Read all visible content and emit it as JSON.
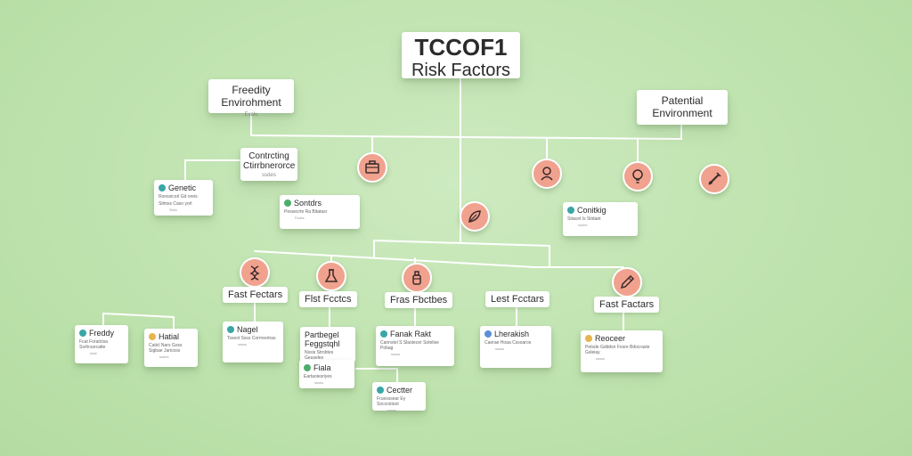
{
  "title": {
    "line1": "TCCOF1",
    "line2": "Risk Factors"
  },
  "categories": {
    "left": {
      "line1": "Freedity",
      "line2": "Envirohment",
      "sub": "Evalu"
    },
    "right": {
      "line1": "Patential",
      "line2": "Environment"
    },
    "contributing": {
      "line1": "Contrcting",
      "line2": "Ctirrbnerorce",
      "sub": "ssdes"
    }
  },
  "upper_cards": {
    "genetic": {
      "title": "Genetic",
      "desc1": "Ronssicorl Gd oreis",
      "desc2": "Sitmss Caso yorl",
      "foot": "Sbss"
    },
    "sontrs": {
      "title": "Sontdrs",
      "desc": "Pessecrte Ra Bitatasr",
      "foot": "Fsdss"
    },
    "conitkig": {
      "title": "Conitkig",
      "desc": "Stiacet Is Stidaet",
      "foot": "ssdes"
    }
  },
  "factor_labels": [
    "Fast Fectars",
    "Flst Fcctcs",
    "Fras Fbctbes",
    "Lest Fcctars",
    "Fast Factars"
  ],
  "lower_cards": {
    "freedity": {
      "title": "Freddy",
      "desc": "Fcat Foratctsa Ssrhrssrcatte",
      "foot": "shat"
    },
    "hatial": {
      "title": "Hatial",
      "desc": "Caticl Nars Goss Sigbae Jaricoss",
      "foot": "ssdes"
    },
    "nagel": {
      "title": "Nagel",
      "desc": "Tssest Ssss Corrreeriras",
      "foot": "sssss"
    },
    "partbegel": {
      "title": "Partbegel",
      "title2": "Feggstqhl",
      "desc": "Nssis Strobtes Geuseles"
    },
    "fala": {
      "title": "Fiala",
      "desc": "Eartaoiesriyes",
      "foot": "sssss"
    },
    "fanak": {
      "title": "Fanak Rakt",
      "desc": "Cannstel S Slastecer Sotelise Pobag",
      "foot": "sssss"
    },
    "cectter": {
      "title": "Cectter",
      "desc": "Fruesssear Ey Soccrstioot",
      "foot": "sssss"
    },
    "lherakn": {
      "title": "Lherakish",
      "desc": "Caerae Hoaa Cssoaros",
      "foot": "sssss"
    },
    "reoceer": {
      "title": "Reoceer",
      "desc": "Petsde Gdddsn Fesre Bdocraste Gsleiay",
      "foot": "sssss"
    }
  },
  "colors": {
    "background": "#c4e5b3",
    "node_fill": "#f0a28e",
    "line": "#ffffff",
    "card": "#ffffff"
  },
  "icons": [
    "briefcase-icon",
    "person-icon",
    "lightbulb-icon",
    "syringe-icon",
    "dna-icon",
    "leaf-icon",
    "flask-icon",
    "pencil-icon",
    "bottle-icon",
    "cup-icon",
    "pin-icon",
    "globe-icon"
  ]
}
